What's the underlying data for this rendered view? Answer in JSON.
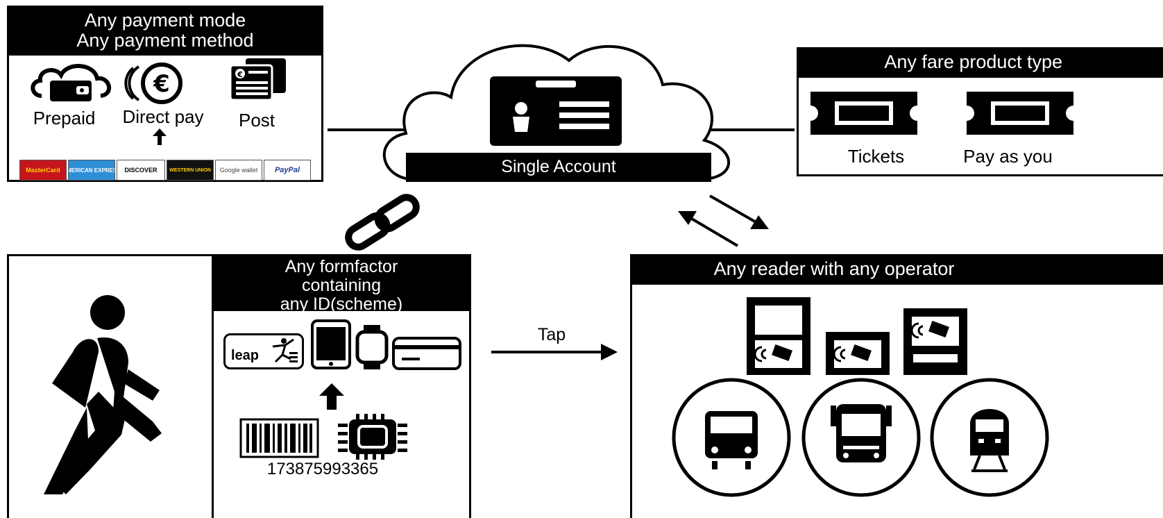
{
  "payment_box": {
    "title_line1": "Any payment mode",
    "title_line2": "Any payment method",
    "modes": [
      "Prepaid",
      "Direct pay",
      "Post"
    ],
    "brands": [
      "MasterCard",
      "AMERICAN EXPRESS",
      "DISCOVER",
      "WESTERN UNION",
      "Google wallet",
      "PayPal"
    ]
  },
  "account": {
    "label": "Single Account"
  },
  "fare_box": {
    "title": "Any fare product type",
    "products": [
      "Tickets",
      "Pay as you"
    ]
  },
  "formfactor_box": {
    "title_line1": "Any formfactor",
    "title_line2": "containing",
    "title_line3": "any ID(scheme)",
    "card_brand": "leap",
    "barcode_number": "173875993365"
  },
  "tap": {
    "label": "Tap"
  },
  "reader_box": {
    "title": "Any reader with any operator"
  },
  "icons": [
    "cloud-wallet-icon",
    "euro-coin-icon",
    "post-bill-icon",
    "id-card-icon",
    "ticket-icon",
    "link-icon",
    "walking-person-icon",
    "phone-icon",
    "smartwatch-icon",
    "credit-card-icon",
    "barcode-icon",
    "chip-icon",
    "reader-icon",
    "tram-icon",
    "bus-icon",
    "train-icon"
  ]
}
